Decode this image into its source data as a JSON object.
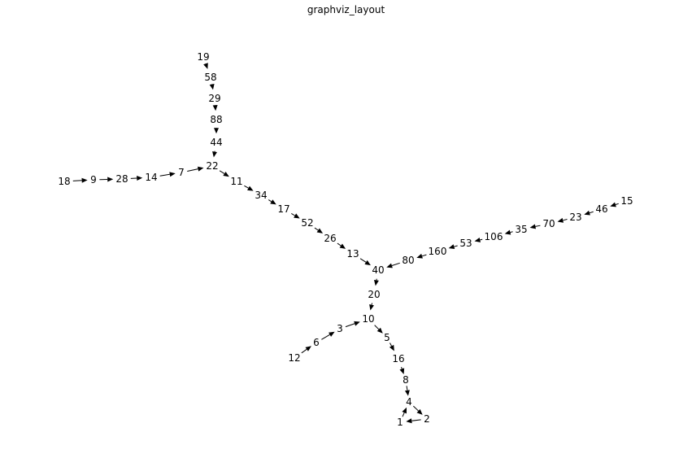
{
  "title": "graphviz_layout",
  "nodes": [
    "19",
    "58",
    "29",
    "88",
    "44",
    "22",
    "18",
    "9",
    "28",
    "14",
    "7",
    "11",
    "34",
    "17",
    "52",
    "26",
    "13",
    "40",
    "20",
    "10",
    "3",
    "6",
    "12",
    "5",
    "16",
    "8",
    "4",
    "2",
    "1",
    "15",
    "46",
    "23",
    "70",
    "35",
    "106",
    "53",
    "160",
    "80"
  ],
  "edges": [
    [
      "19",
      "58"
    ],
    [
      "58",
      "29"
    ],
    [
      "29",
      "88"
    ],
    [
      "88",
      "44"
    ],
    [
      "44",
      "22"
    ],
    [
      "18",
      "9"
    ],
    [
      "9",
      "28"
    ],
    [
      "28",
      "14"
    ],
    [
      "14",
      "7"
    ],
    [
      "7",
      "22"
    ],
    [
      "22",
      "11"
    ],
    [
      "11",
      "34"
    ],
    [
      "34",
      "17"
    ],
    [
      "17",
      "52"
    ],
    [
      "52",
      "26"
    ],
    [
      "26",
      "13"
    ],
    [
      "13",
      "40"
    ],
    [
      "15",
      "46"
    ],
    [
      "46",
      "23"
    ],
    [
      "23",
      "70"
    ],
    [
      "70",
      "35"
    ],
    [
      "35",
      "106"
    ],
    [
      "106",
      "53"
    ],
    [
      "53",
      "160"
    ],
    [
      "160",
      "80"
    ],
    [
      "80",
      "40"
    ],
    [
      "40",
      "20"
    ],
    [
      "20",
      "10"
    ],
    [
      "12",
      "6"
    ],
    [
      "6",
      "3"
    ],
    [
      "3",
      "10"
    ],
    [
      "10",
      "5"
    ],
    [
      "5",
      "16"
    ],
    [
      "16",
      "8"
    ],
    [
      "8",
      "4"
    ],
    [
      "4",
      "2"
    ],
    [
      "2",
      "1"
    ],
    [
      "1",
      "4"
    ]
  ]
}
